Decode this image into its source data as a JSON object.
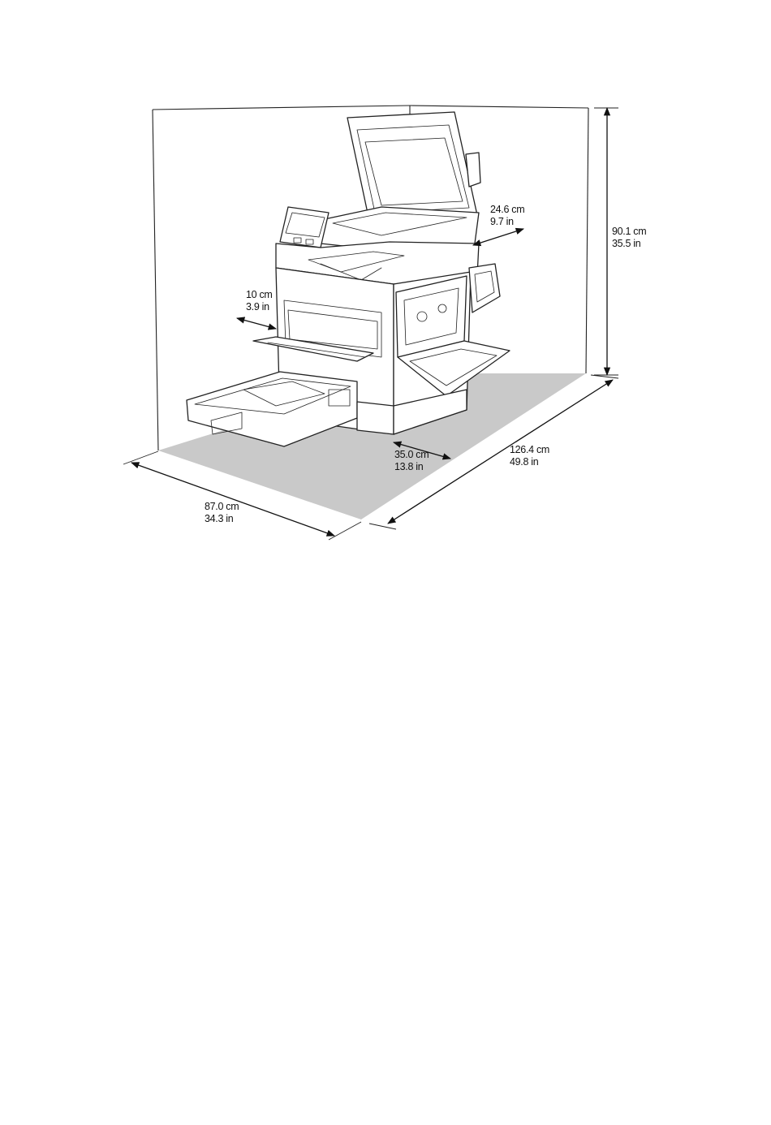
{
  "dimensions": {
    "top_clearance": {
      "metric": "24.6 cm",
      "imperial": "9.7 in"
    },
    "height": {
      "metric": "90.1 cm",
      "imperial": "35.5 in"
    },
    "left_clearance": {
      "metric": "10 cm",
      "imperial": "3.9 in"
    },
    "right_clearance": {
      "metric": "35.0 cm",
      "imperial": "13.8 in"
    },
    "width": {
      "metric": "126.4 cm",
      "imperial": "49.8 in"
    },
    "depth": {
      "metric": "87.0 cm",
      "imperial": "34.3 in"
    }
  },
  "colors": {
    "floor": "#c9c9c9",
    "line": "#222222"
  }
}
